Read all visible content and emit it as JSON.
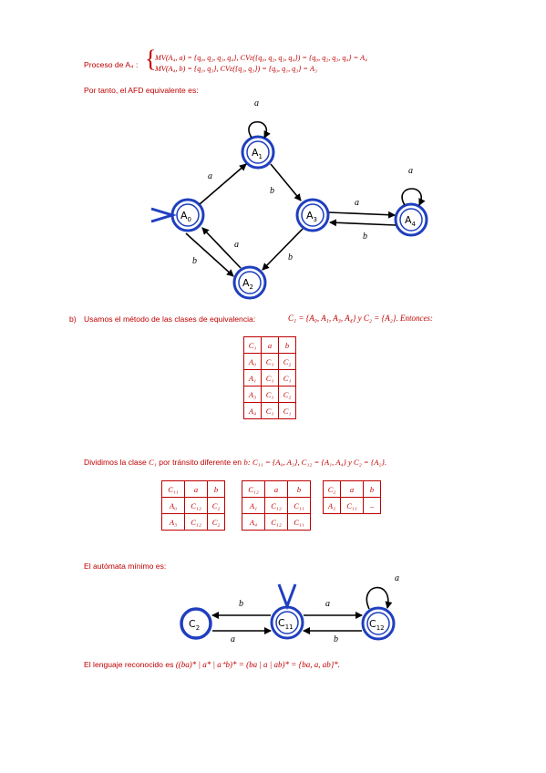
{
  "proceso": {
    "label": "Proceso de A₄ :",
    "row1": "MV(A₄, a) = {q₀, q₂, q₃, q₄},  CVε({q₀, q₂, q₃, q₄}) = {q₀, q₂, q₃, q₄} = A₄",
    "row2": "MV(A₄, b) = {q₁, q₃},  CVε({q₁, q₃}) = {q₀, q₁, q₃} = A₃"
  },
  "portanto": "Por tanto, el AFD equivalente es:",
  "afd": {
    "states": [
      "A0",
      "A1",
      "A2",
      "A3",
      "A4"
    ],
    "transitions": [
      {
        "from": "A0",
        "to": "A1",
        "label": "a"
      },
      {
        "from": "A0",
        "to": "A2",
        "label": "b"
      },
      {
        "from": "A1",
        "to": "A1",
        "label": "a"
      },
      {
        "from": "A1",
        "to": "A3",
        "label": "b"
      },
      {
        "from": "A2",
        "to": "A0",
        "label": "a"
      },
      {
        "from": "A3",
        "to": "A4",
        "label": "a"
      },
      {
        "from": "A3",
        "to": "A2",
        "label": "b"
      },
      {
        "from": "A4",
        "to": "A4",
        "label": "a"
      },
      {
        "from": "A4",
        "to": "A3",
        "label": "b"
      }
    ]
  },
  "partb": {
    "marker": "b)",
    "text": "Usamos el método de las clases de equivalencia:",
    "classes": "C₁ = {A₀, A₁, A₃, A₄} y C₂ = {A₂}. Entonces:"
  },
  "table1": {
    "header": [
      "C₁",
      "a",
      "b"
    ],
    "rows": [
      [
        "A₀",
        "C₁",
        "C₂"
      ],
      [
        "A₁",
        "C₁",
        "C₁"
      ],
      [
        "A₃",
        "C₁",
        "C₂"
      ],
      [
        "A₄",
        "C₁",
        "C₁"
      ]
    ]
  },
  "dividimos": {
    "text": "Dividimos la clase",
    "c1": "C₁",
    "text2": "por tránsito diferente en",
    "b": "b:",
    "classes": "C₁₁ = {A₀, A₃}, C₁₂ = {A₁, A₄} y C₂ = {A₂}."
  },
  "table2": {
    "header": [
      "C₁₁",
      "a",
      "b"
    ],
    "rows": [
      [
        "A₀",
        "C₁₂",
        "C₂"
      ],
      [
        "A₃",
        "C₁₂",
        "C₂"
      ]
    ]
  },
  "table3": {
    "header": [
      "C₁₂",
      "a",
      "b"
    ],
    "rows": [
      [
        "A₁",
        "C₁₂",
        "C₁₁"
      ],
      [
        "A₄",
        "C₁₂",
        "C₁₁"
      ]
    ]
  },
  "table4": {
    "header": [
      "C₂",
      "a",
      "b"
    ],
    "rows": [
      [
        "A₂",
        "C₁₁",
        "–"
      ]
    ]
  },
  "minimo": "El autómata mínimo es:",
  "afm": {
    "states": [
      "C2",
      "C11",
      "C12"
    ],
    "transitions": [
      {
        "from": "C11",
        "to": "C2",
        "label": "b"
      },
      {
        "from": "C2",
        "to": "C11",
        "label": "a"
      },
      {
        "from": "C11",
        "to": "C12",
        "label": "a"
      },
      {
        "from": "C12",
        "to": "C11",
        "label": "b"
      },
      {
        "from": "C12",
        "to": "C12",
        "label": "a"
      }
    ]
  },
  "lenguaje": {
    "text": "El lenguaje reconocido es",
    "expr": "((ba)* | a* | a⁺b)* = (ba | a | ab)* = {ba, a, ab}*."
  }
}
